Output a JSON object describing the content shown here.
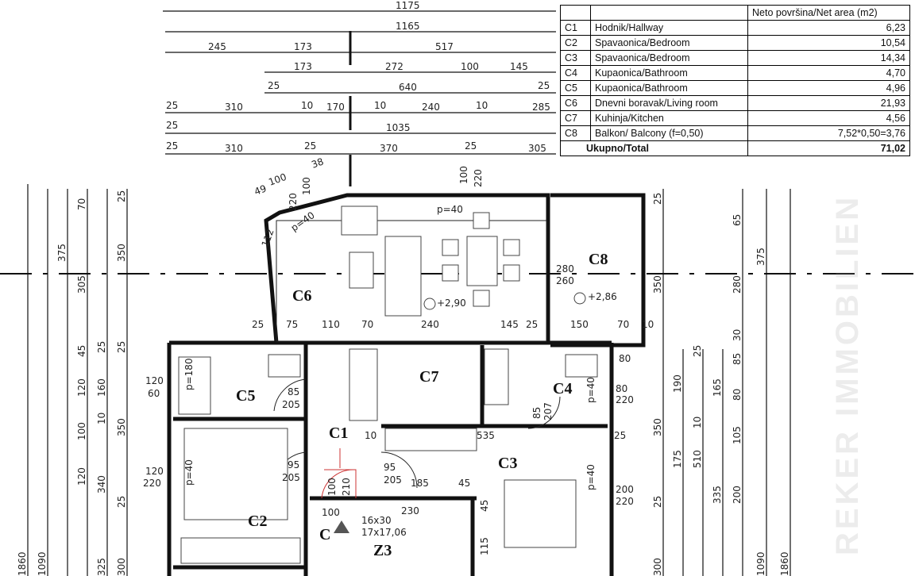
{
  "table": {
    "header": "Neto površina/Net area (m2)",
    "rows": [
      {
        "code": "C1",
        "name": "Hodnik/Hallway",
        "area": "6,23"
      },
      {
        "code": "C2",
        "name": "Spavaonica/Bedroom",
        "area": "10,54"
      },
      {
        "code": "C3",
        "name": "Spavaonica/Bedroom",
        "area": "14,34"
      },
      {
        "code": "C4",
        "name": "Kupaonica/Bathroom",
        "area": "4,70"
      },
      {
        "code": "C5",
        "name": "Kupaonica/Bathroom",
        "area": "4,96"
      },
      {
        "code": "C6",
        "name": "Dnevni boravak/Living room",
        "area": "21,93"
      },
      {
        "code": "C7",
        "name": "Kuhinja/Kitchen",
        "area": "4,56"
      },
      {
        "code": "C8",
        "name": "Balkon/ Balcony (f=0,50)",
        "area": "7,52*0,50=3,76"
      }
    ],
    "total_label": "Ukupno/Total",
    "total_value": "71,02"
  },
  "dims_top": [
    "1175",
    "1165",
    "245",
    "173",
    "517",
    "173",
    "272",
    "100",
    "145",
    "25",
    "640",
    "25",
    "25",
    "310",
    "10",
    "170",
    "10",
    "240",
    "10",
    "285",
    "25",
    "1035",
    "25",
    "310",
    "25",
    "370",
    "25",
    "305"
  ],
  "rooms": {
    "C1": "C1",
    "C2": "C2",
    "C3": "C3",
    "C4": "C4",
    "C5": "C5",
    "C6": "C6",
    "C7": "C7",
    "C8": "C8",
    "Z3": "Z3",
    "C": "C"
  },
  "annotations": [
    "+2,90",
    "+2,86",
    "p=40",
    "p=40",
    "p=180",
    "p=40",
    "p=40",
    "p=40",
    "112",
    "49",
    "100",
    "220",
    "100",
    "38",
    "100",
    "220",
    "280",
    "260",
    "25",
    "75",
    "110",
    "70",
    "240",
    "145",
    "25",
    "150",
    "70",
    "10",
    "85",
    "205",
    "95",
    "205",
    "95",
    "205",
    "185",
    "45",
    "535",
    "10",
    "25",
    "85",
    "207",
    "80",
    "220",
    "80",
    "120",
    "60",
    "120",
    "220",
    "100",
    "210",
    "100",
    "230",
    "16x30",
    "17x17,06",
    "200",
    "220",
    "45",
    "115"
  ],
  "dims_left": [
    "375",
    "350",
    "305",
    "70",
    "25",
    "45",
    "25",
    "25",
    "120",
    "160",
    "10",
    "100",
    "350",
    "120",
    "340",
    "25",
    "325",
    "300",
    "1090",
    "1860"
  ],
  "dims_right": [
    "25",
    "65",
    "375",
    "350",
    "280",
    "30",
    "25",
    "85",
    "190",
    "165",
    "80",
    "350",
    "10",
    "105",
    "510",
    "175",
    "335",
    "200",
    "25",
    "300",
    "1090",
    "1860"
  ],
  "watermark": "REKER IMMOBILIEN"
}
